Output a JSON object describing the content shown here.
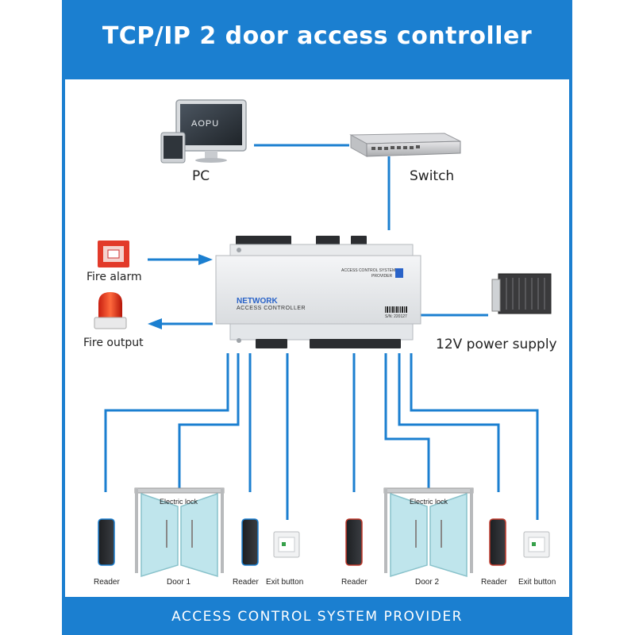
{
  "header": {
    "title": "TCP/IP 2 door access controller"
  },
  "footer": {
    "text": "ACCESS CONTROL SYSTEM PROVIDER"
  },
  "pc": {
    "label": "PC",
    "brand": "AOPU"
  },
  "switch": {
    "label": "Switch"
  },
  "fire_alarm": {
    "label": "Fire alarm"
  },
  "fire_output": {
    "label": "Fire output"
  },
  "power_supply": {
    "label": "12V power supply"
  },
  "controller": {
    "title": "NETWORK",
    "subtitle": "ACCESS CONTROLLER",
    "provider_line1": "ACCESS CONTROL SYSTEM",
    "provider_line2": "PROVIDER",
    "serial": "S/N: 220127"
  },
  "door1": {
    "reader_left": "Reader",
    "door": "Door 1",
    "reader_right": "Reader",
    "exit": "Exit button",
    "lock": "Electric lock"
  },
  "door2": {
    "reader_left": "Reader",
    "door": "Door 2",
    "reader_right": "Reader",
    "exit": "Exit button",
    "lock": "Electric lock"
  },
  "colors": {
    "accent": "#1b7fd0",
    "line": "#1b7fd0",
    "glass": "#b9e3ea"
  }
}
